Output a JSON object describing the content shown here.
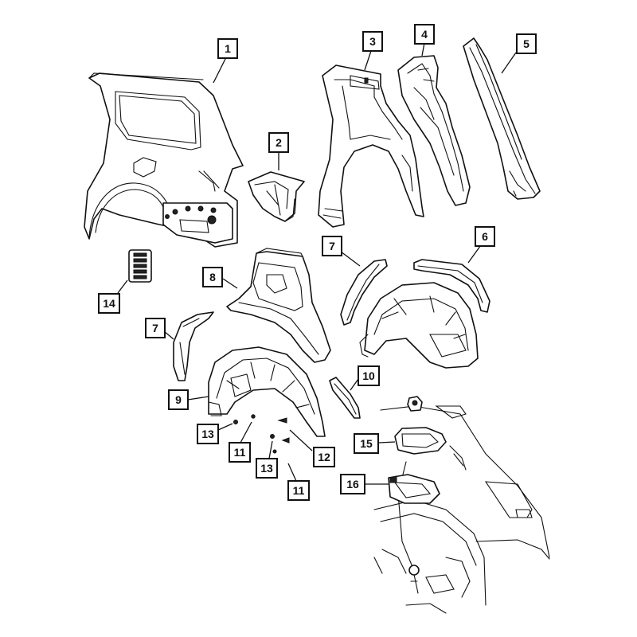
{
  "callouts": [
    {
      "id": "c1",
      "label": "1"
    },
    {
      "id": "c2",
      "label": "2"
    },
    {
      "id": "c3",
      "label": "3"
    },
    {
      "id": "c4",
      "label": "4"
    },
    {
      "id": "c5",
      "label": "5"
    },
    {
      "id": "c6",
      "label": "6"
    },
    {
      "id": "c7a",
      "label": "7"
    },
    {
      "id": "c7b",
      "label": "7"
    },
    {
      "id": "c8",
      "label": "8"
    },
    {
      "id": "c9",
      "label": "9"
    },
    {
      "id": "c10",
      "label": "10"
    },
    {
      "id": "c11a",
      "label": "11"
    },
    {
      "id": "c11b",
      "label": "11"
    },
    {
      "id": "c12",
      "label": "12"
    },
    {
      "id": "c13a",
      "label": "13"
    },
    {
      "id": "c13b",
      "label": "13"
    },
    {
      "id": "c14",
      "label": "14"
    },
    {
      "id": "c15",
      "label": "15"
    },
    {
      "id": "c16",
      "label": "16"
    }
  ]
}
